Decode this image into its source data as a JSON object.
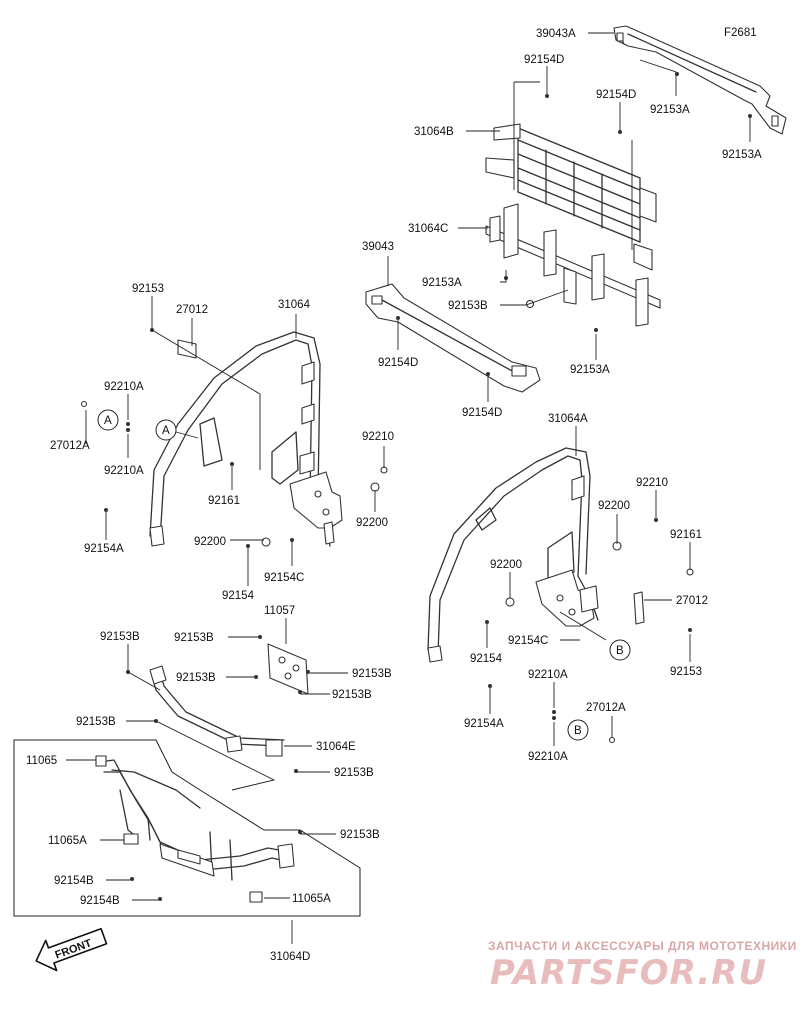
{
  "figure_code": "F2681",
  "front_label": "FRONT",
  "watermark": {
    "tagline": "ЗАПЧАСТИ И АКСЕССУАРЫ ДЛЯ МОТОТЕХНИКИ",
    "logo": "PARTSFOR.RU"
  },
  "callouts": {
    "a": "A",
    "b": "B"
  },
  "parts": [
    {
      "id": "p01",
      "text": "39043A"
    },
    {
      "id": "p02",
      "text": "92154D"
    },
    {
      "id": "p03",
      "text": "92154D"
    },
    {
      "id": "p04",
      "text": "92153A"
    },
    {
      "id": "p05",
      "text": "31064B"
    },
    {
      "id": "p06",
      "text": "92153A"
    },
    {
      "id": "p07",
      "text": "31064C"
    },
    {
      "id": "p08",
      "text": "39043"
    },
    {
      "id": "p09",
      "text": "92153A"
    },
    {
      "id": "p10",
      "text": "92153B"
    },
    {
      "id": "p11",
      "text": "92154D"
    },
    {
      "id": "p12",
      "text": "92153A"
    },
    {
      "id": "p13",
      "text": "92154D"
    },
    {
      "id": "p14",
      "text": "92153"
    },
    {
      "id": "p15",
      "text": "27012"
    },
    {
      "id": "p16",
      "text": "31064"
    },
    {
      "id": "p17",
      "text": "92210A"
    },
    {
      "id": "p18",
      "text": "27012A"
    },
    {
      "id": "p19",
      "text": "92210A"
    },
    {
      "id": "p20",
      "text": "92210"
    },
    {
      "id": "p21",
      "text": "92161"
    },
    {
      "id": "p22",
      "text": "92200"
    },
    {
      "id": "p23",
      "text": "92154A"
    },
    {
      "id": "p24",
      "text": "92200"
    },
    {
      "id": "p25",
      "text": "92154C"
    },
    {
      "id": "p26",
      "text": "92154"
    },
    {
      "id": "p27",
      "text": "31064A"
    },
    {
      "id": "p28",
      "text": "92210"
    },
    {
      "id": "p29",
      "text": "92200"
    },
    {
      "id": "p30",
      "text": "92161"
    },
    {
      "id": "p31",
      "text": "92200"
    },
    {
      "id": "p32",
      "text": "27012"
    },
    {
      "id": "p33",
      "text": "92154C"
    },
    {
      "id": "p34",
      "text": "92154"
    },
    {
      "id": "p35",
      "text": "92153"
    },
    {
      "id": "p36",
      "text": "92210A"
    },
    {
      "id": "p37",
      "text": "27012A"
    },
    {
      "id": "p38",
      "text": "92154A"
    },
    {
      "id": "p39",
      "text": "92210A"
    },
    {
      "id": "p40",
      "text": "92153B"
    },
    {
      "id": "p41",
      "text": "11057"
    },
    {
      "id": "p42",
      "text": "92153B"
    },
    {
      "id": "p43",
      "text": "92153B"
    },
    {
      "id": "p44",
      "text": "92153B"
    },
    {
      "id": "p45",
      "text": "92153B"
    },
    {
      "id": "p46",
      "text": "92153B"
    },
    {
      "id": "p47",
      "text": "31064E"
    },
    {
      "id": "p48",
      "text": "11065"
    },
    {
      "id": "p49",
      "text": "92153B"
    },
    {
      "id": "p50",
      "text": "92153B"
    },
    {
      "id": "p51",
      "text": "11065A"
    },
    {
      "id": "p52",
      "text": "92154B"
    },
    {
      "id": "p53",
      "text": "92154B"
    },
    {
      "id": "p54",
      "text": "11065A"
    },
    {
      "id": "p55",
      "text": "31064D"
    }
  ]
}
